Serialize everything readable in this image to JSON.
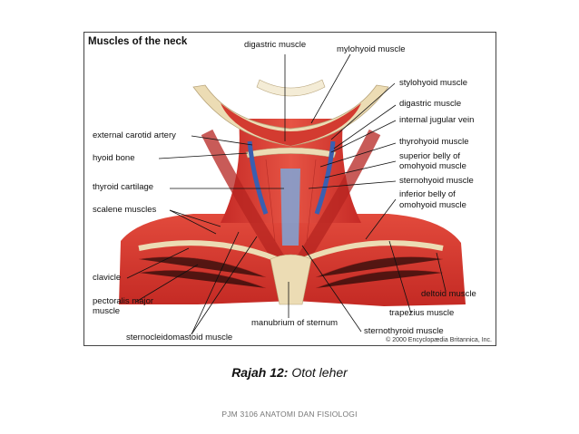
{
  "figure": {
    "title": "Muscles of the neck",
    "copyright": "© 2000 Encyclopædia Britannica, Inc.",
    "labels": {
      "digastric_top": "digastric muscle",
      "mylohyoid": "mylohyoid muscle",
      "stylohyoid": "stylohyoid muscle",
      "digastric_right": "digastric muscle",
      "internal_jugular": "internal jugular vein",
      "thyrohyoid": "thyrohyoid muscle",
      "superior_belly_1": "superior belly of",
      "superior_belly_2": "omohyoid muscle",
      "sternohyoid": "sternohyoid muscle",
      "inferior_belly_1": "inferior belly of",
      "inferior_belly_2": "omohyoid muscle",
      "deltoid": "deltoid muscle",
      "trapezius": "trapezius muscle",
      "sternothyroid": "sternothyroid muscle",
      "manubrium": "manubrium of sternum",
      "sternocleidomastoid": "sternocleidomastoid muscle",
      "pectoralis_1": "pectoralis major",
      "pectoralis_2": "muscle",
      "clavicle": "clavicle",
      "scalene": "scalene muscles",
      "thyroid_cartilage": "thyroid cartilage",
      "hyoid": "hyoid bone",
      "external_carotid": "external carotid artery"
    }
  },
  "caption": {
    "label": "Rajah 12:",
    "text": "Otot leher"
  },
  "footer": "PJM 3106 ANATOMI DAN FISIOLOGI",
  "colors": {
    "muscle": "#d8322c",
    "muscle_dark": "#a51e1e",
    "bone": "#ecdcb4",
    "vessel": "#3a5fb0"
  }
}
